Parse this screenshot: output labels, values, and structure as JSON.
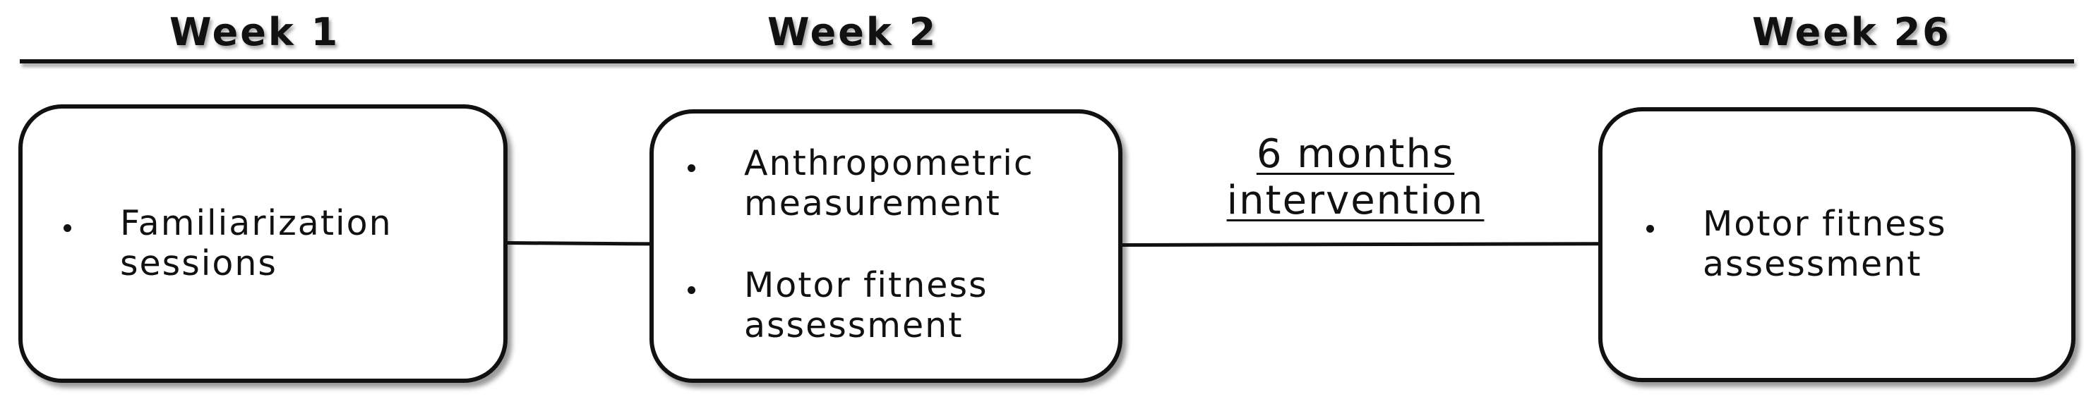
{
  "weeks": {
    "w1": "Week 1",
    "w2": "Week 2",
    "w26": "Week 26"
  },
  "boxes": {
    "box1": {
      "items": [
        {
          "line1": "Familiarization",
          "line2": "sessions"
        }
      ]
    },
    "box2": {
      "items": [
        {
          "line1": "Anthropometric",
          "line2": "measurement"
        },
        {
          "line1": "Motor fitness",
          "line2": "assessment"
        }
      ]
    },
    "box3": {
      "items": [
        {
          "line1": "Motor fitness",
          "line2": "assessment"
        }
      ]
    }
  },
  "interval": {
    "line1": "6 months",
    "line2": "intervention"
  },
  "colors": {
    "ink": "#111111",
    "background": "#ffffff"
  }
}
